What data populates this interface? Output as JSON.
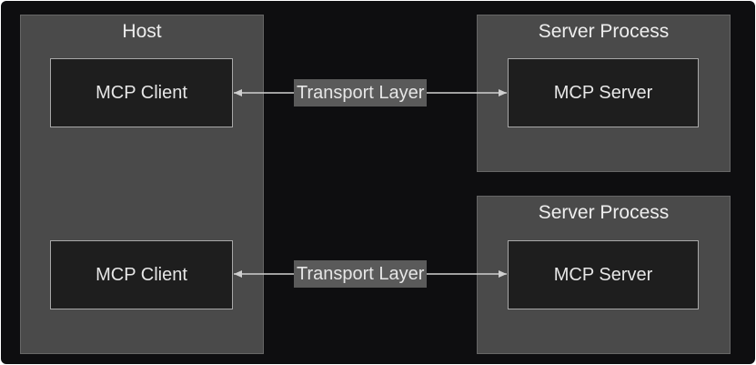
{
  "host": {
    "title": "Host",
    "clients": [
      {
        "label": "MCP Client"
      },
      {
        "label": "MCP Client"
      }
    ]
  },
  "server_processes": [
    {
      "title": "Server Process",
      "server_label": "MCP Server"
    },
    {
      "title": "Server Process",
      "server_label": "MCP Server"
    }
  ],
  "connections": [
    {
      "label": "Transport Layer",
      "direction": "bidirectional"
    },
    {
      "label": "Transport Layer",
      "direction": "bidirectional"
    }
  ],
  "colors": {
    "background": "#0e0e10",
    "group_fill": "#4a4a4a",
    "node_fill": "#1e1e1e",
    "node_border": "#a8a8a8",
    "edge": "#d0d0d0",
    "label_fill": "#5a5a5a",
    "text": "#e6e6e6"
  }
}
